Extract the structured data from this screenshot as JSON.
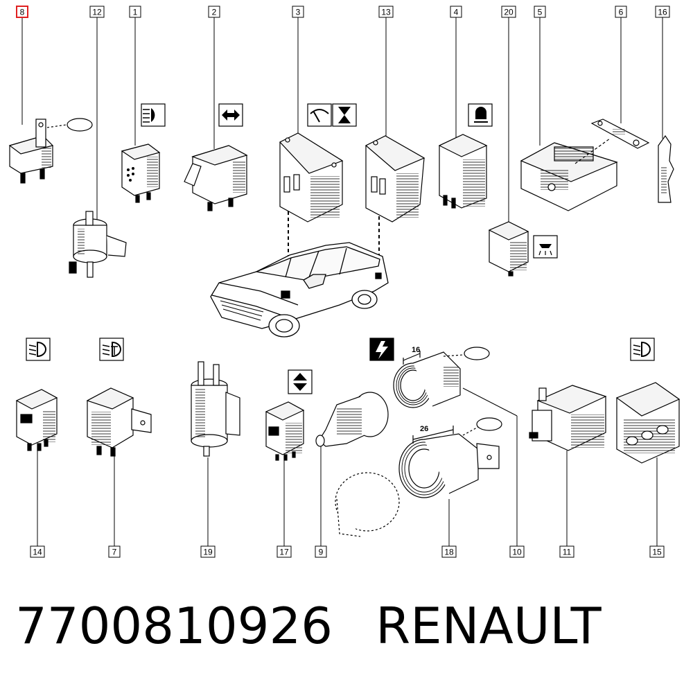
{
  "callouts": [
    {
      "id": "8",
      "highlight": true
    },
    {
      "id": "12"
    },
    {
      "id": "1"
    },
    {
      "id": "2"
    },
    {
      "id": "3"
    },
    {
      "id": "13"
    },
    {
      "id": "4"
    },
    {
      "id": "20"
    },
    {
      "id": "5"
    },
    {
      "id": "6"
    },
    {
      "id": "16"
    },
    {
      "id": "14"
    },
    {
      "id": "7"
    },
    {
      "id": "19"
    },
    {
      "id": "17"
    },
    {
      "id": "9"
    },
    {
      "id": "18"
    },
    {
      "id": "10"
    },
    {
      "id": "11"
    },
    {
      "id": "15"
    }
  ],
  "dimensions": {
    "d16": "16",
    "d26": "26"
  },
  "footer": {
    "part_number": "7700810926",
    "brand": "RENAULT"
  },
  "colors": {
    "line": "#000000",
    "highlight": "#e02020",
    "background": "#ffffff"
  },
  "icons": [
    "headlamp-icon",
    "turn-signal-icon",
    "wiper-icon",
    "hourglass-icon",
    "fog-lamp-icon",
    "interior-light-icon",
    "dipped-beam-icon",
    "rear-fog-icon",
    "lightning-icon",
    "up-down-arrow-icon",
    "bulb-oval-icon"
  ]
}
